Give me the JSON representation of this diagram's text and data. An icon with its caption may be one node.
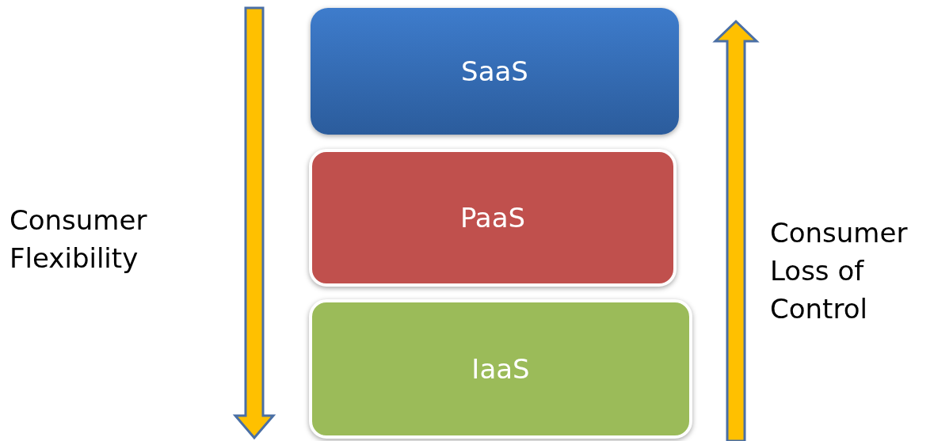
{
  "diagram": {
    "nodes": [
      {
        "text": [
          "SaaS"
        ]
      },
      {
        "text": [
          "PaaS"
        ]
      },
      {
        "text": [
          "IaaS"
        ]
      }
    ],
    "labels": [
      "Consumer Flexibility",
      "Consumer Loss of Control"
    ]
  }
}
